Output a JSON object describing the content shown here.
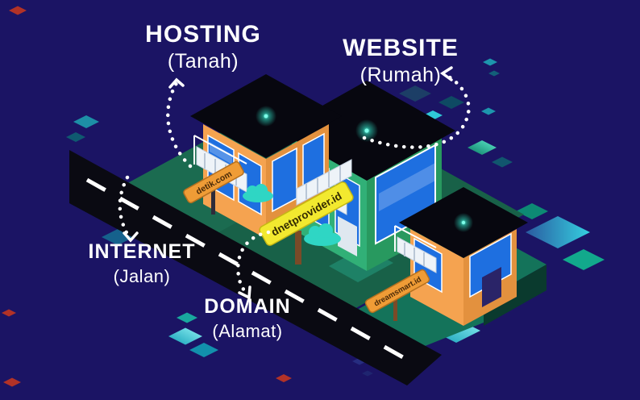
{
  "illustration_title": "hosting-website-domain-internet-analogy",
  "labels": {
    "hosting": {
      "title": "HOSTING",
      "subtitle": "(Tanah)"
    },
    "website": {
      "title": "WEBSITE",
      "subtitle": "(Rumah)"
    },
    "internet": {
      "title": "INTERNET",
      "subtitle": "(Jalan)"
    },
    "domain": {
      "title": "DOMAIN",
      "subtitle": "(Alamat)"
    }
  },
  "signs": [
    {
      "name": "detik",
      "text": "detik.com",
      "plate_color": "#ef9c36",
      "text_color": "#4a2a08"
    },
    {
      "name": "dnetprovider",
      "text": "dnetprovider.id",
      "plate_color": "#f2e92f",
      "text_color": "#332b00"
    },
    {
      "name": "dreamsmart",
      "text": "dreamsmart.id",
      "plate_color": "#ef9c36",
      "text_color": "#4a2a08"
    }
  ],
  "palette": {
    "background": "#1b1464",
    "road": "#0a0a12",
    "road_dash": "#ffffff",
    "land_green": "#1b6b50",
    "land_green_right": "#14735a",
    "house_orange": "#f5a350",
    "house_green": "#31b077",
    "window_blue": "#1e6fe0",
    "roof_black": "#07070f",
    "roof_glow": "#5af5dc",
    "balcony_white": "#eef3f8",
    "cloud_teal": "#2fd6c4",
    "arrow_dots": "#ffffff",
    "decor_red": "#b23227",
    "decor_teal": "#1d96ad"
  }
}
